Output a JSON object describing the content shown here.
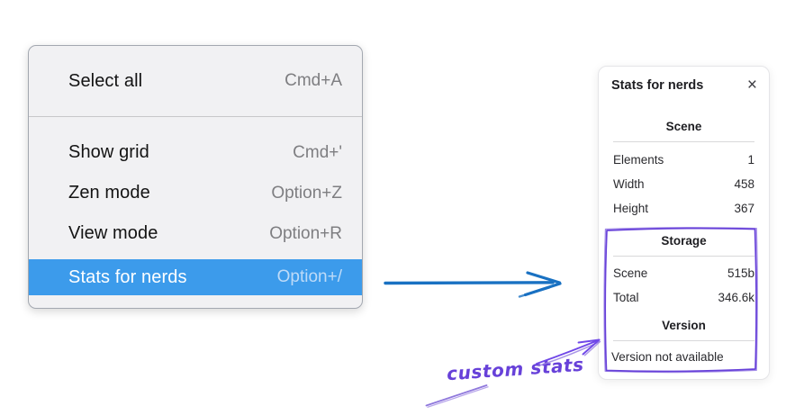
{
  "context_menu": {
    "items": [
      {
        "label": "Select all",
        "shortcut": "Cmd+A"
      },
      {
        "label": "Show grid",
        "shortcut": "Cmd+'"
      },
      {
        "label": "Zen mode",
        "shortcut": "Option+Z"
      },
      {
        "label": "View mode",
        "shortcut": "Option+R"
      },
      {
        "label": "Stats for nerds",
        "shortcut": "Option+/",
        "highlighted": true
      }
    ]
  },
  "stats_panel": {
    "title": "Stats for nerds",
    "close_icon": "×",
    "sections": [
      {
        "title": "Scene",
        "rows": [
          {
            "label": "Elements",
            "value": "1"
          },
          {
            "label": "Width",
            "value": "458"
          },
          {
            "label": "Height",
            "value": "367"
          }
        ]
      },
      {
        "title": "Storage",
        "rows": [
          {
            "label": "Scene",
            "value": "515b"
          },
          {
            "label": "Total",
            "value": "346.6k"
          }
        ]
      },
      {
        "title": "Version",
        "note": "Version not available"
      }
    ]
  },
  "annotation": {
    "label": "custom stats"
  },
  "colors": {
    "menu_highlight": "#3c9beb",
    "menu_background": "#f1f1f3",
    "arrow_blue": "#1971c2",
    "annotation_purple": "#6741d9",
    "annotation_purple_light": "#8f78dc",
    "panel_background": "#ffffff"
  }
}
